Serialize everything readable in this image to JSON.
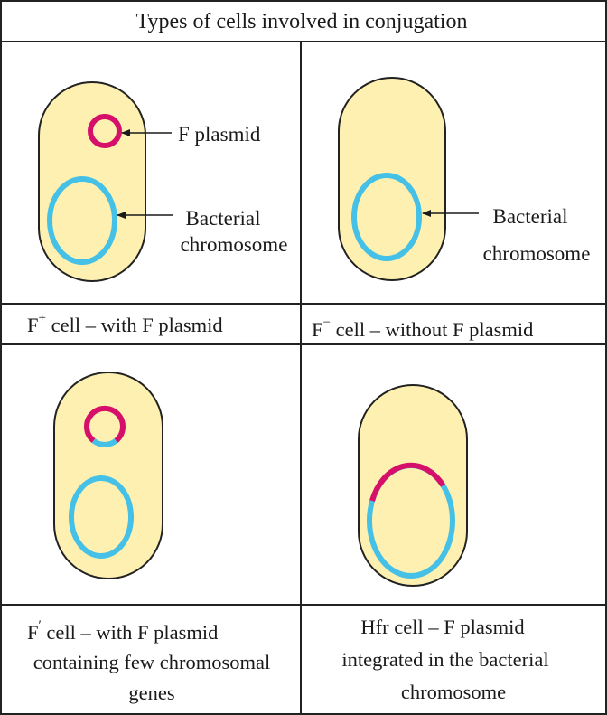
{
  "title": "Types of cells involved in conjugation",
  "colors": {
    "cell_fill": "#fdf0b0",
    "cell_stroke": "#222222",
    "plasmid": "#d6106a",
    "chromosome": "#45c0e6",
    "grid": "#222222"
  },
  "panels": {
    "f_plus": {
      "labels": {
        "plasmid": "F plasmid",
        "chromosome_line1": "Bacterial",
        "chromosome_line2": "chromosome"
      },
      "caption": {
        "prefix": "F",
        "sup": "+",
        "rest": " cell  –  with F plasmid"
      }
    },
    "f_minus": {
      "labels": {
        "chromosome_line1": "Bacterial",
        "chromosome_line2": "chromosome"
      },
      "caption": {
        "prefix": "F",
        "sup": "−",
        "rest": " cell  –  without F plasmid"
      }
    },
    "f_prime": {
      "caption": {
        "prefix": "F",
        "sup": "′",
        "rest": " cell  –  with F plasmid",
        "line2": "containing few chromosomal",
        "line3": "genes"
      }
    },
    "hfr": {
      "caption": {
        "line1": "Hfr cell  –  F plasmid",
        "line2": "integrated in the bacterial",
        "line3": "chromosome"
      }
    }
  }
}
